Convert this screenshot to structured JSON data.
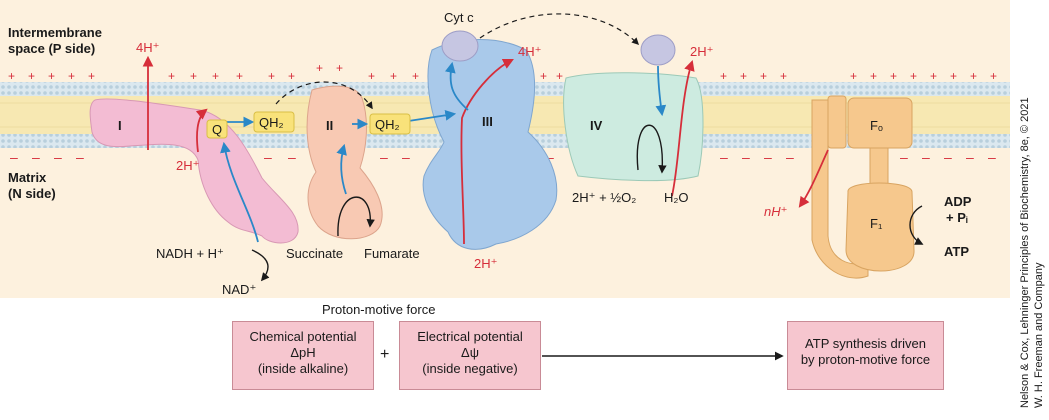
{
  "labels": {
    "intermembrane_line1": "Intermembrane",
    "intermembrane_line2": "space (P side)",
    "matrix_line1": "Matrix",
    "matrix_line2": "(N side)",
    "complex_I": "I",
    "complex_II": "II",
    "complex_III": "III",
    "complex_IV": "IV",
    "q": "Q",
    "qh2_1": "QH₂",
    "qh2_2": "QH₂",
    "cyt_c": "Cyt c",
    "h4_I": "4H⁺",
    "h2_I": "2H⁺",
    "h4_III": "4H⁺",
    "h2_III_matrix": "2H⁺",
    "h2_IV": "2H⁺",
    "nadh": "NADH + H⁺",
    "nad": "NAD⁺",
    "succinate": "Succinate",
    "fumarate": "Fumarate",
    "o2": "2H⁺ + ½O₂",
    "h2o": "H₂O",
    "nh": "nH⁺",
    "fo": "Fₒ",
    "f1": "F₁",
    "adp_line1": "ADP",
    "adp_line2": "+ Pᵢ",
    "atp": "ATP"
  },
  "pmf": {
    "title": "Proton-motive force",
    "chemical": [
      "Chemical potential",
      "ΔpH",
      "(inside alkaline)"
    ],
    "plus": "+",
    "electrical": [
      "Electrical potential",
      "Δψ",
      "(inside negative)"
    ],
    "result": [
      "ATP synthesis driven",
      "by proton-motive force"
    ]
  },
  "credit": {
    "line1": "Nelson & Cox, Lehninger Principles of Biochemistry, 8e, © 2021",
    "line2": "W. H. Freeman and Company"
  },
  "colors": {
    "complex_I": "#f3bcd3",
    "complex_II": "#f8c9b3",
    "complex_III": "#a9c9ea",
    "complex_IV": "#cdebe0",
    "atp_synthase": "#f6c88d",
    "cyt_c": "#c6c6e2",
    "proton_arrow": "#d62e3a",
    "electron_arrow": "#2a88c8",
    "membrane_core": "#f7e8b2",
    "background": "#fdf1de"
  }
}
